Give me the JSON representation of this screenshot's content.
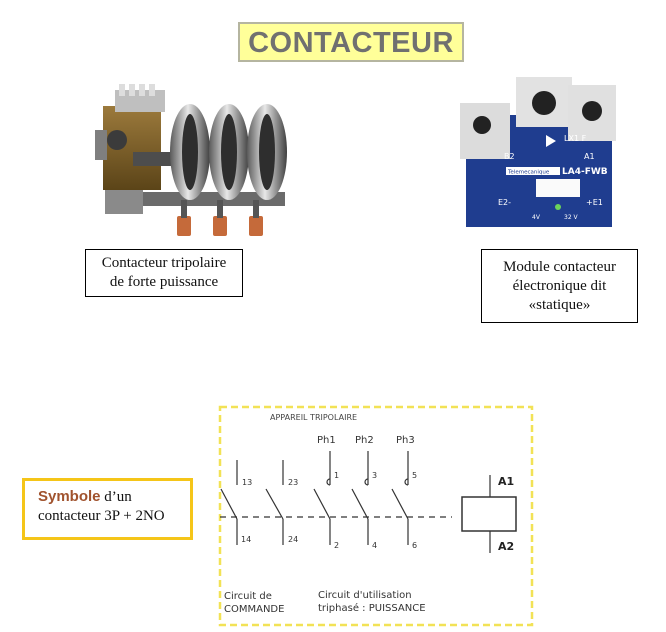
{
  "title": "CONTACTEUR",
  "photo_left": {
    "caption_line1": "Contacteur tripolaire",
    "caption_line2": "de  forte puissance"
  },
  "photo_right": {
    "caption_line1": "Module contacteur",
    "caption_line2": "électronique dit",
    "caption_line3": "«statique»",
    "labels": {
      "b2": "B2",
      "a1": "A1",
      "e2": "E2-",
      "e1": "+E1",
      "ref": "LA4-FWB",
      "lx": "LX1 F",
      "brand": "Telemecanique",
      "v4": "4V",
      "v32": "32 V"
    }
  },
  "symbol_box": {
    "keyword": "Symbole",
    "text1": " d’un",
    "text2": "contacteur 3P + 2NO"
  },
  "diagram": {
    "heading": "APPAREIL TRIPOLAIRE",
    "phases": [
      "Ph1",
      "Ph2",
      "Ph3"
    ],
    "top_terms": [
      "13",
      "23",
      "1",
      "3",
      "5"
    ],
    "bottom_terms": [
      "14",
      "24",
      "2",
      "4",
      "6"
    ],
    "coil_a1": "A1",
    "coil_a2": "A2",
    "cmd_line1": "Circuit de",
    "cmd_line2": "COMMANDE",
    "power_line1": "Circuit d'utilisation",
    "power_line2": "triphasé : PUISSANCE"
  },
  "colors": {
    "title_bg": "#ffff99",
    "symbol_border": "#f5c518",
    "diagram_border": "#f2e256",
    "keyword": "#a0522d",
    "module_blue": "#1f3d8f"
  }
}
